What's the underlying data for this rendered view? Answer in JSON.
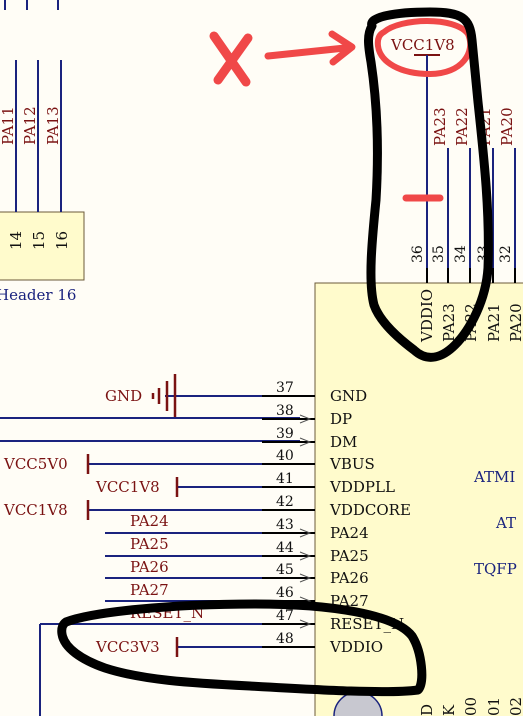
{
  "colors": {
    "background": "#fffdf6",
    "wire": "#1a237e",
    "net_label": "#7a1212",
    "chip_body": "#fffbcc",
    "chip_outline": "#6b5a3a",
    "annotation_red": "#f04848",
    "annotation_black": "#000000"
  },
  "header": {
    "top_pins": [
      "PA11",
      "PA12",
      "PA13"
    ],
    "pin_numbers": [
      "14",
      "15",
      "16"
    ],
    "name": "Header 16"
  },
  "top_nets": {
    "power": "VCC1V8",
    "signals": [
      "PA23",
      "PA22",
      "PA21",
      "PA20"
    ]
  },
  "top_pins": {
    "numbers": [
      "36",
      "35",
      "34",
      "33",
      "32"
    ],
    "names": [
      "VDDIO",
      "PA23",
      "PA22",
      "PA21",
      "PA20"
    ]
  },
  "left_pins": [
    {
      "num": "37",
      "name": "GND",
      "net": "GND"
    },
    {
      "num": "38",
      "name": "DP",
      "net": ""
    },
    {
      "num": "39",
      "name": "DM",
      "net": ""
    },
    {
      "num": "40",
      "name": "VBUS",
      "net": "VCC5V0"
    },
    {
      "num": "41",
      "name": "VDDPLL",
      "net": "VCC1V8"
    },
    {
      "num": "42",
      "name": "VDDCORE",
      "net": "VCC1V8"
    },
    {
      "num": "43",
      "name": "PA24",
      "net": "PA24"
    },
    {
      "num": "44",
      "name": "PA25",
      "net": "PA25"
    },
    {
      "num": "45",
      "name": "PA26",
      "net": "PA26"
    },
    {
      "num": "46",
      "name": "PA27",
      "net": "PA27"
    },
    {
      "num": "47",
      "name": "RESET_N",
      "net": "RESET_N"
    },
    {
      "num": "48",
      "name": "VDDIO",
      "net": "VCC3V3"
    }
  ],
  "chip_text": [
    "ATMI",
    "AT",
    "TQFP"
  ],
  "bottom_pins": [
    "D",
    "K",
    "00",
    "01",
    "02"
  ],
  "annotations": {
    "cross": "X"
  }
}
